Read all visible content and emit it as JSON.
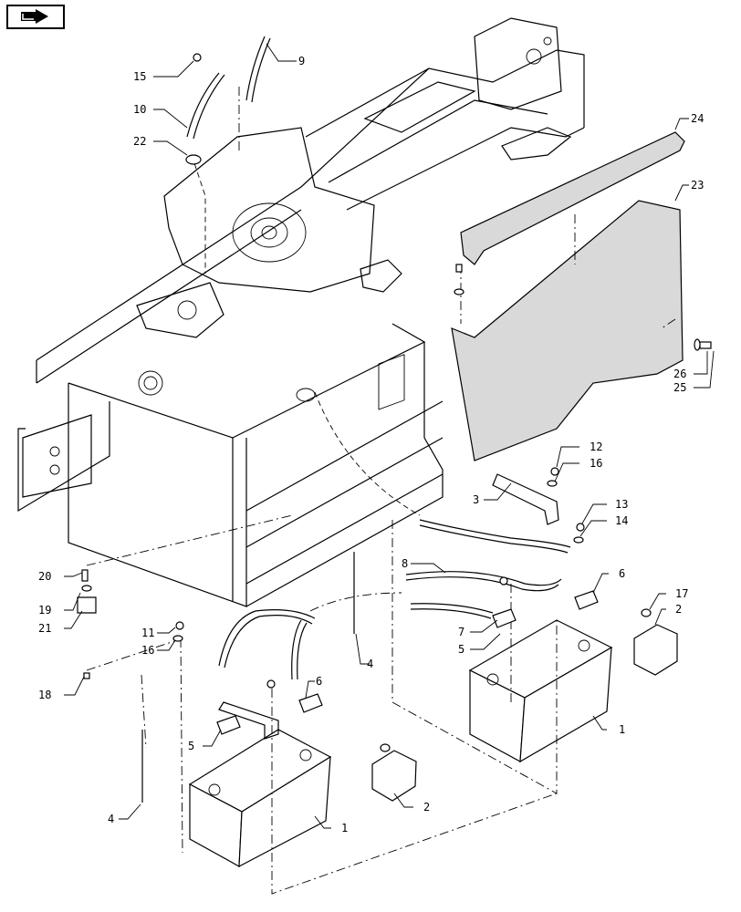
{
  "nav": {
    "icon": "navigation-arrow-icon"
  },
  "callouts": {
    "c1a": "1",
    "c1b": "1",
    "c2a": "2",
    "c2b": "2",
    "c3": "3",
    "c4a": "4",
    "c4b": "4",
    "c5a": "5",
    "c5b": "5",
    "c6a": "6",
    "c6b": "6",
    "c7": "7",
    "c8": "8",
    "c9": "9",
    "c10": "10",
    "c11": "11",
    "c12": "12",
    "c13": "13",
    "c14": "14",
    "c15": "15",
    "c16a": "16",
    "c16b": "16",
    "c17": "17",
    "c18": "18",
    "c19": "19",
    "c20": "20",
    "c21": "21",
    "c22": "22",
    "c23": "23",
    "c24": "24",
    "c25": "25",
    "c26": "26"
  }
}
